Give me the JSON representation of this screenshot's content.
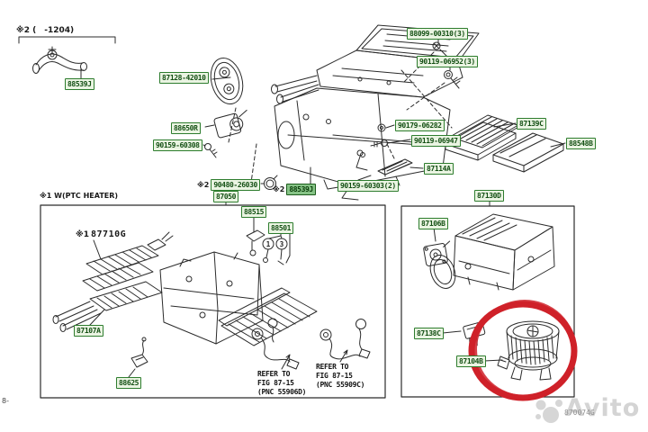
{
  "page": {
    "watermark": "Avito",
    "figure_code": "870074G",
    "corner_mark": "8-"
  },
  "notes": {
    "top_left": "※2 (　-1204)",
    "ref2_prefix": "※2",
    "ref1_prefix": "※1",
    "ptc_header": "※1 W(PTC HEATER)",
    "ptc_part": "87710G"
  },
  "labels": {
    "hose_top": "88539J",
    "pipe_grommet": "87128-42010",
    "servo_main": "88650R",
    "screw_servo": "90159-60308",
    "hose_clamp": "90480-26030",
    "hose_mid": "88539J",
    "screw_pair": "90159-60303(2)",
    "unit_cooling": "87050",
    "valve_expansion": "88515",
    "packing_kit": "88501",
    "washer": "90179-06282",
    "bolt_mid": "90119-06947",
    "filter_clean_air": "87139C",
    "filter_cover": "88548B",
    "damper": "87114A",
    "unit_blower": "87130D",
    "screw_top": "88099-00310(3)",
    "bolt_top": "90119-06952(3)",
    "heater_core": "87107A",
    "connector": "88625",
    "servo_blower": "87106B",
    "resistor_blower": "87138C",
    "motor_blower": "87104B"
  },
  "callouts": {
    "one": "1",
    "three": "3"
  },
  "refer_notes": {
    "a": [
      "REFER TO",
      "FIG 87-15",
      "(PNC 55906D)"
    ],
    "b": [
      "REFER TO",
      "FIG 87-15",
      "(PNC 55909C)"
    ]
  },
  "colors": {
    "label_green": "#2e7d2e",
    "highlight_red": "#cf2129",
    "line_ink": "#2b2b2b",
    "watermark_gray": "#d4d4d4"
  }
}
